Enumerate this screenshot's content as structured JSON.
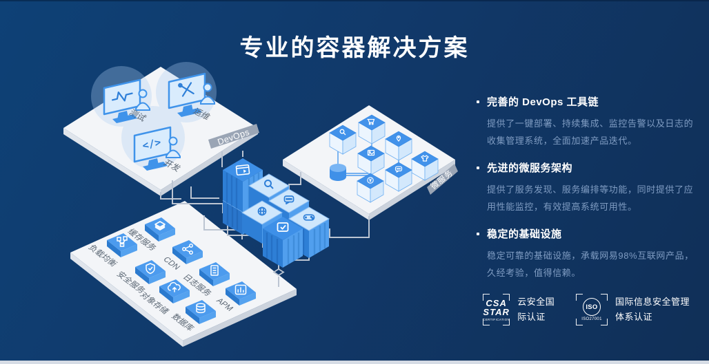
{
  "page": {
    "title": "专业的容器解决方案"
  },
  "features": [
    {
      "title": "完善的 DevOps 工具链",
      "desc": "提供了一键部署、持续集成、监控告警以及日志的收集管理系统，全面加速产品迭代。"
    },
    {
      "title": "先进的微服务架构",
      "desc": "提供了服务发现、服务编排等功能，同时提供了应用性能监控，有效提高系统可用性。"
    },
    {
      "title": "稳定的基础设施",
      "desc": "稳定可靠的基础设施，承载网易98%互联网产品，久经考验，值得信赖。"
    }
  ],
  "certifications": [
    {
      "logo_line1": "CSA",
      "logo_line2": "STAR",
      "logo_line3": "CERTIFICATION",
      "label": "云安全国际认证"
    },
    {
      "logo_line1": "ISO",
      "logo_line2": "ISO27001",
      "label": "国际信息安全管理体系认证"
    }
  ],
  "diagram": {
    "devops_ribbon": "DevOps",
    "micro_ribbon": "微服务",
    "code_glyph": "</>",
    "roles": [
      {
        "label": "测试"
      },
      {
        "label": "运维"
      },
      {
        "label": "开发"
      }
    ],
    "services": [
      {
        "label": "缓存服务"
      },
      {
        "label": "负载均衡"
      },
      {
        "label": "CDN"
      },
      {
        "label": "安全服务"
      },
      {
        "label": "日志服务"
      },
      {
        "label": "对象存储"
      },
      {
        "label": "APM"
      },
      {
        "label": "数据库"
      }
    ]
  },
  "colors": {
    "accent": "#3f93ea",
    "platform": "#f3f5f8",
    "line": "#bcc5d2",
    "background_top": "#0e4176",
    "background_bottom": "#102f57",
    "muted_text": "#7f9cc2"
  }
}
